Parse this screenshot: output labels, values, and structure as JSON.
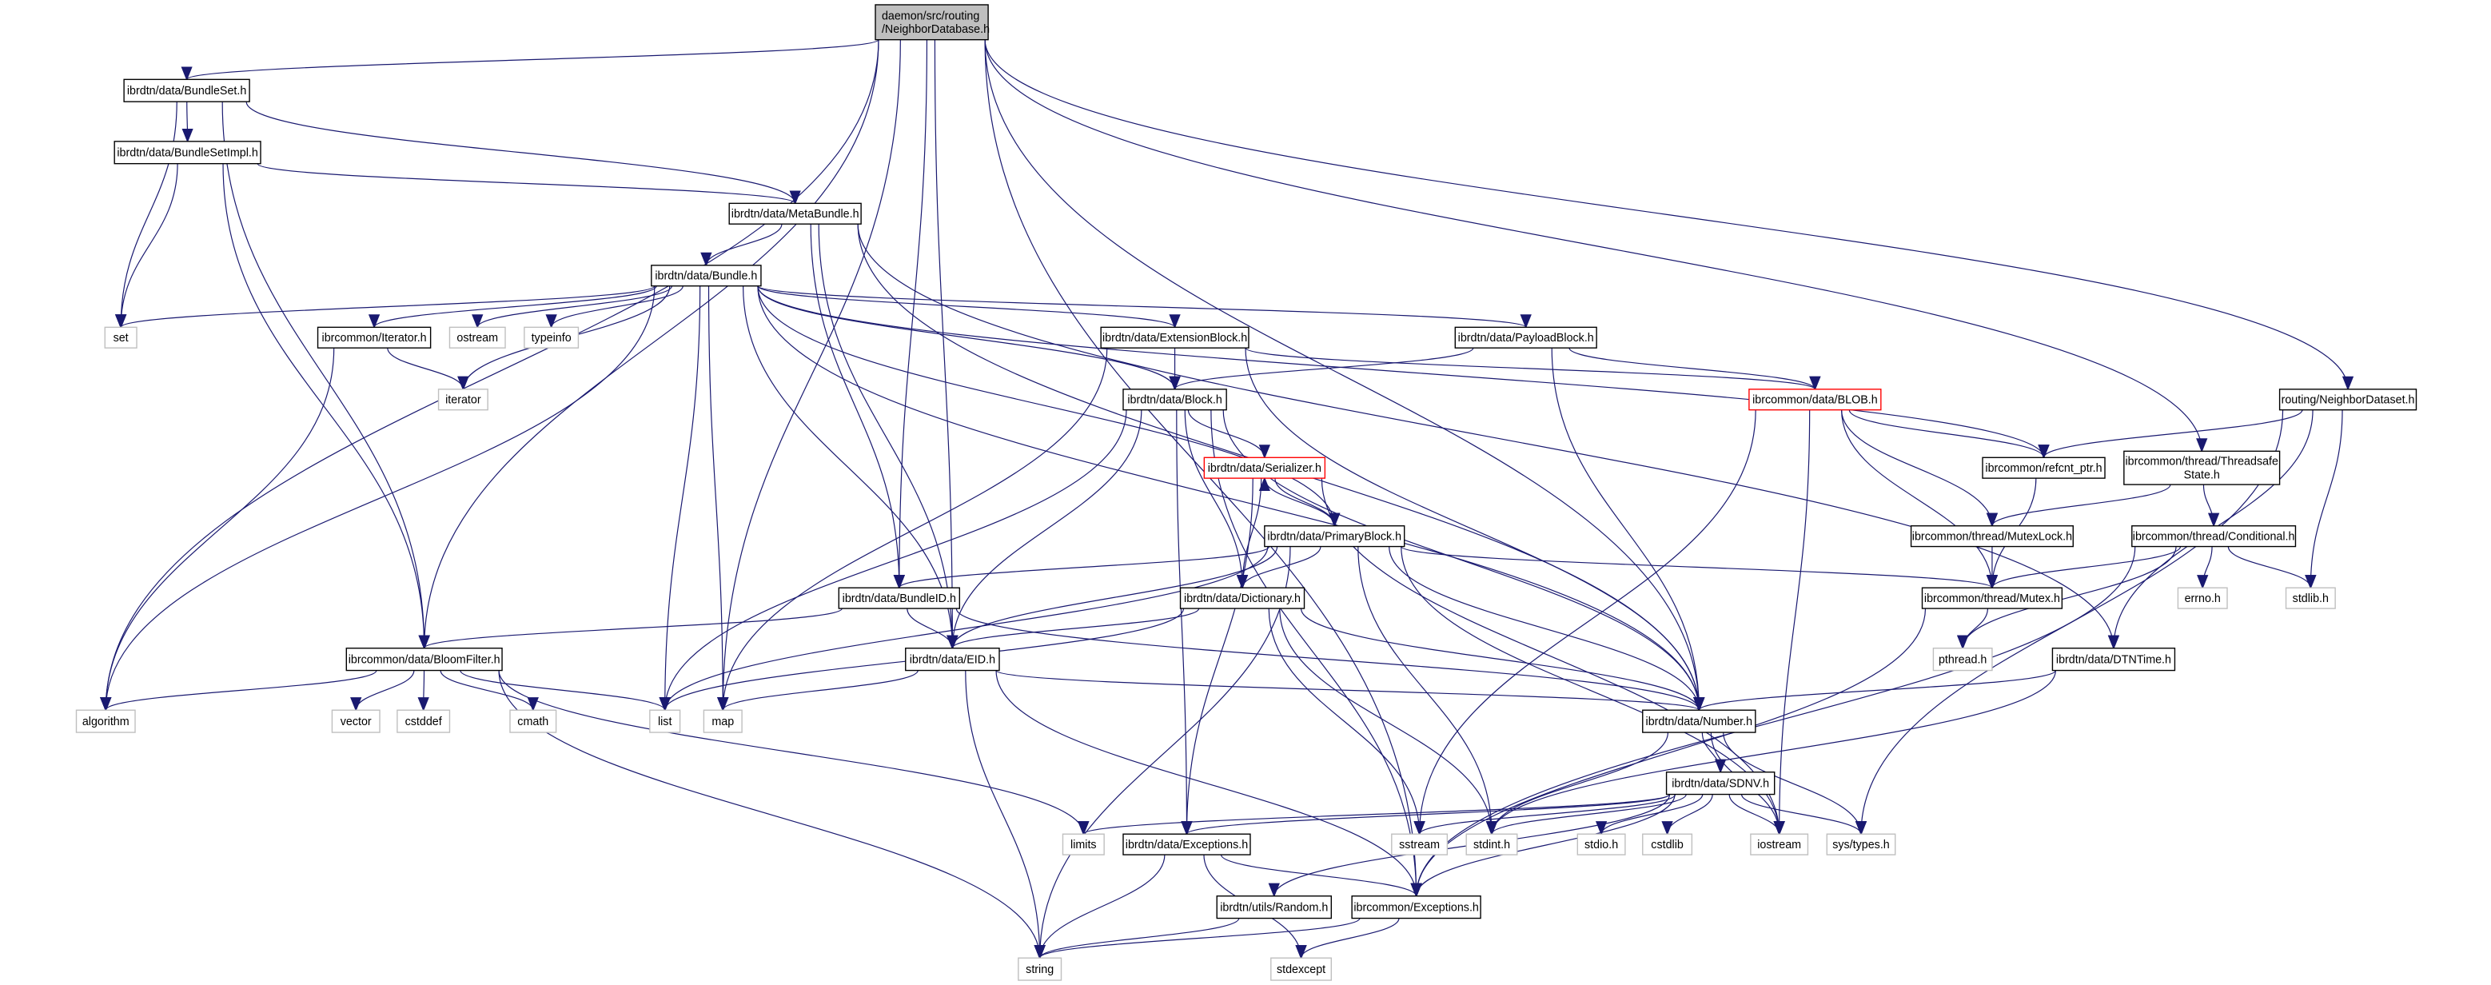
{
  "graph": {
    "colors": {
      "edge": "#191970",
      "root_fill": "#bfbfbf",
      "external_border": "#bfbfbf",
      "truncated_border": "#ff0000",
      "node_border": "#000000"
    },
    "nodes": {
      "root": {
        "label": [
          "daemon/src/routing",
          "/NeighborDatabase.h"
        ],
        "kind": "root"
      },
      "bundleset": {
        "label": [
          "ibrdtn/data/BundleSet.h"
        ],
        "kind": "node"
      },
      "bundlesetimpl": {
        "label": [
          "ibrdtn/data/BundleSetImpl.h"
        ],
        "kind": "node"
      },
      "metabundle": {
        "label": [
          "ibrdtn/data/MetaBundle.h"
        ],
        "kind": "node"
      },
      "bundle": {
        "label": [
          "ibrdtn/data/Bundle.h"
        ],
        "kind": "node"
      },
      "set": {
        "label": [
          "set"
        ],
        "kind": "external"
      },
      "iteratorh": {
        "label": [
          "ibrcommon/Iterator.h"
        ],
        "kind": "node"
      },
      "ostream": {
        "label": [
          "ostream"
        ],
        "kind": "external"
      },
      "typeinfo": {
        "label": [
          "typeinfo"
        ],
        "kind": "external"
      },
      "iterator": {
        "label": [
          "iterator"
        ],
        "kind": "external"
      },
      "extensionblock": {
        "label": [
          "ibrdtn/data/ExtensionBlock.h"
        ],
        "kind": "node"
      },
      "payloadblock": {
        "label": [
          "ibrdtn/data/PayloadBlock.h"
        ],
        "kind": "node"
      },
      "block": {
        "label": [
          "ibrdtn/data/Block.h"
        ],
        "kind": "node"
      },
      "serializer": {
        "label": [
          "ibrdtn/data/Serializer.h"
        ],
        "kind": "truncated"
      },
      "blob": {
        "label": [
          "ibrcommon/data/BLOB.h"
        ],
        "kind": "truncated"
      },
      "refcnt": {
        "label": [
          "ibrcommon/refcnt_ptr.h"
        ],
        "kind": "node"
      },
      "threadsafe": {
        "label": [
          "ibrcommon/thread/Threadsafe",
          "State.h"
        ],
        "kind": "node"
      },
      "neighbordataset": {
        "label": [
          "routing/NeighborDataset.h"
        ],
        "kind": "node"
      },
      "primaryblock": {
        "label": [
          "ibrdtn/data/PrimaryBlock.h"
        ],
        "kind": "node"
      },
      "bundleid": {
        "label": [
          "ibrdtn/data/BundleID.h"
        ],
        "kind": "node"
      },
      "dictionary": {
        "label": [
          "ibrdtn/data/Dictionary.h"
        ],
        "kind": "node"
      },
      "eid": {
        "label": [
          "ibrdtn/data/EID.h"
        ],
        "kind": "node"
      },
      "bloomfilter": {
        "label": [
          "ibrcommon/data/BloomFilter.h"
        ],
        "kind": "node"
      },
      "algorithm": {
        "label": [
          "algorithm"
        ],
        "kind": "external"
      },
      "vector": {
        "label": [
          "vector"
        ],
        "kind": "external"
      },
      "cstddef": {
        "label": [
          "cstddef"
        ],
        "kind": "external"
      },
      "cmath": {
        "label": [
          "cmath"
        ],
        "kind": "external"
      },
      "list": {
        "label": [
          "list"
        ],
        "kind": "external"
      },
      "map": {
        "label": [
          "map"
        ],
        "kind": "external"
      },
      "mutexlock": {
        "label": [
          "ibrcommon/thread/MutexLock.h"
        ],
        "kind": "node"
      },
      "conditional": {
        "label": [
          "ibrcommon/thread/Conditional.h"
        ],
        "kind": "node"
      },
      "mutex": {
        "label": [
          "ibrcommon/thread/Mutex.h"
        ],
        "kind": "node"
      },
      "errno": {
        "label": [
          "errno.h"
        ],
        "kind": "external"
      },
      "stdlib": {
        "label": [
          "stdlib.h"
        ],
        "kind": "external"
      },
      "pthread": {
        "label": [
          "pthread.h"
        ],
        "kind": "external"
      },
      "dtntime": {
        "label": [
          "ibrdtn/data/DTNTime.h"
        ],
        "kind": "node"
      },
      "number": {
        "label": [
          "ibrdtn/data/Number.h"
        ],
        "kind": "node"
      },
      "sdnv": {
        "label": [
          "ibrdtn/data/SDNV.h"
        ],
        "kind": "node"
      },
      "limits": {
        "label": [
          "limits"
        ],
        "kind": "external"
      },
      "dtnexceptions": {
        "label": [
          "ibrdtn/data/Exceptions.h"
        ],
        "kind": "node"
      },
      "sstream": {
        "label": [
          "sstream"
        ],
        "kind": "external"
      },
      "stdint": {
        "label": [
          "stdint.h"
        ],
        "kind": "external"
      },
      "stdio": {
        "label": [
          "stdio.h"
        ],
        "kind": "external"
      },
      "cstdlib": {
        "label": [
          "cstdlib"
        ],
        "kind": "external"
      },
      "iostream": {
        "label": [
          "iostream"
        ],
        "kind": "external"
      },
      "systypes": {
        "label": [
          "sys/types.h"
        ],
        "kind": "external"
      },
      "random": {
        "label": [
          "ibrdtn/utils/Random.h"
        ],
        "kind": "node"
      },
      "ibrexceptions": {
        "label": [
          "ibrcommon/Exceptions.h"
        ],
        "kind": "node"
      },
      "string": {
        "label": [
          "string"
        ],
        "kind": "external"
      },
      "stdexcept": {
        "label": [
          "stdexcept"
        ],
        "kind": "external"
      }
    },
    "edges": [
      [
        "root",
        "algorithm"
      ],
      [
        "root",
        "bundleset"
      ],
      [
        "root",
        "bloomfilter"
      ],
      [
        "root",
        "map"
      ],
      [
        "root",
        "bundleid"
      ],
      [
        "root",
        "eid"
      ],
      [
        "root",
        "number"
      ],
      [
        "root",
        "threadsafe"
      ],
      [
        "root",
        "neighbordataset"
      ],
      [
        "root",
        "ibrexceptions"
      ],
      [
        "bundleset",
        "set"
      ],
      [
        "bundleset",
        "bloomfilter"
      ],
      [
        "bundleset",
        "bundlesetimpl"
      ],
      [
        "bundleset",
        "metabundle"
      ],
      [
        "bundlesetimpl",
        "set"
      ],
      [
        "bundlesetimpl",
        "bloomfilter"
      ],
      [
        "bundlesetimpl",
        "metabundle"
      ],
      [
        "metabundle",
        "bundle"
      ],
      [
        "metabundle",
        "eid"
      ],
      [
        "metabundle",
        "bundleid"
      ],
      [
        "metabundle",
        "number"
      ],
      [
        "metabundle",
        "dtntime"
      ],
      [
        "bundle",
        "set"
      ],
      [
        "bundle",
        "iteratorh"
      ],
      [
        "bundle",
        "ostream"
      ],
      [
        "bundle",
        "typeinfo"
      ],
      [
        "bundle",
        "iterator"
      ],
      [
        "bundle",
        "algorithm"
      ],
      [
        "bundle",
        "list"
      ],
      [
        "bundle",
        "map"
      ],
      [
        "bundle",
        "eid"
      ],
      [
        "bundle",
        "block"
      ],
      [
        "bundle",
        "extensionblock"
      ],
      [
        "bundle",
        "payloadblock"
      ],
      [
        "bundle",
        "primaryblock"
      ],
      [
        "bundle",
        "number"
      ],
      [
        "bundle",
        "refcnt"
      ],
      [
        "iteratorh",
        "iterator"
      ],
      [
        "iteratorh",
        "algorithm"
      ],
      [
        "extensionblock",
        "block"
      ],
      [
        "extensionblock",
        "blob"
      ],
      [
        "extensionblock",
        "number"
      ],
      [
        "extensionblock",
        "map"
      ],
      [
        "payloadblock",
        "block"
      ],
      [
        "payloadblock",
        "blob"
      ],
      [
        "payloadblock",
        "number"
      ],
      [
        "block",
        "serializer"
      ],
      [
        "block",
        "dictionary"
      ],
      [
        "block",
        "eid"
      ],
      [
        "block",
        "list"
      ],
      [
        "block",
        "number"
      ],
      [
        "block",
        "dtnexceptions"
      ],
      [
        "block",
        "ibrexceptions"
      ],
      [
        "serializer",
        "primaryblock"
      ],
      [
        "serializer",
        "dictionary"
      ],
      [
        "serializer",
        "dtnexceptions"
      ],
      [
        "serializer",
        "iostream"
      ],
      [
        "primaryblock",
        "serializer"
      ],
      [
        "primaryblock",
        "bundleid"
      ],
      [
        "primaryblock",
        "dictionary"
      ],
      [
        "primaryblock",
        "eid"
      ],
      [
        "primaryblock",
        "mutex"
      ],
      [
        "primaryblock",
        "number"
      ],
      [
        "primaryblock",
        "string"
      ],
      [
        "primaryblock",
        "stdint"
      ],
      [
        "primaryblock",
        "iostream"
      ],
      [
        "primaryblock",
        "list"
      ],
      [
        "blob",
        "refcnt"
      ],
      [
        "blob",
        "mutexlock"
      ],
      [
        "blob",
        "mutex"
      ],
      [
        "blob",
        "sstream"
      ],
      [
        "blob",
        "iostream"
      ],
      [
        "refcnt",
        "mutex"
      ],
      [
        "neighbordataset",
        "refcnt"
      ],
      [
        "neighbordataset",
        "stdlib"
      ],
      [
        "neighbordataset",
        "dtntime"
      ],
      [
        "neighbordataset",
        "systypes"
      ],
      [
        "threadsafe",
        "mutexlock"
      ],
      [
        "threadsafe",
        "conditional"
      ],
      [
        "mutexlock",
        "mutex"
      ],
      [
        "conditional",
        "mutex"
      ],
      [
        "conditional",
        "errno"
      ],
      [
        "conditional",
        "stdlib"
      ],
      [
        "conditional",
        "pthread"
      ],
      [
        "conditional",
        "ibrexceptions"
      ],
      [
        "mutex",
        "pthread"
      ],
      [
        "mutex",
        "ibrexceptions"
      ],
      [
        "bundleid",
        "bloomfilter"
      ],
      [
        "bundleid",
        "eid"
      ],
      [
        "bundleid",
        "number"
      ],
      [
        "dictionary",
        "eid"
      ],
      [
        "dictionary",
        "list"
      ],
      [
        "dictionary",
        "number"
      ],
      [
        "dictionary",
        "sstream"
      ],
      [
        "dictionary",
        "stdint"
      ],
      [
        "eid",
        "map"
      ],
      [
        "eid",
        "number"
      ],
      [
        "eid",
        "string"
      ],
      [
        "eid",
        "ibrexceptions"
      ],
      [
        "bloomfilter",
        "algorithm"
      ],
      [
        "bloomfilter",
        "vector"
      ],
      [
        "bloomfilter",
        "cstddef"
      ],
      [
        "bloomfilter",
        "cmath"
      ],
      [
        "bloomfilter",
        "list"
      ],
      [
        "bloomfilter",
        "limits"
      ],
      [
        "bloomfilter",
        "string"
      ],
      [
        "dtntime",
        "number"
      ],
      [
        "dtntime",
        "stdint"
      ],
      [
        "number",
        "sdnv"
      ],
      [
        "number",
        "stdint"
      ],
      [
        "number",
        "iostream"
      ],
      [
        "number",
        "systypes"
      ],
      [
        "sdnv",
        "limits"
      ],
      [
        "sdnv",
        "dtnexceptions"
      ],
      [
        "sdnv",
        "sstream"
      ],
      [
        "sdnv",
        "stdint"
      ],
      [
        "sdnv",
        "stdio"
      ],
      [
        "sdnv",
        "cstdlib"
      ],
      [
        "sdnv",
        "iostream"
      ],
      [
        "sdnv",
        "systypes"
      ],
      [
        "sdnv",
        "random"
      ],
      [
        "sdnv",
        "ibrexceptions"
      ],
      [
        "dtnexceptions",
        "ibrexceptions"
      ],
      [
        "dtnexceptions",
        "string"
      ],
      [
        "dtnexceptions",
        "stdexcept"
      ],
      [
        "random",
        "string"
      ],
      [
        "ibrexceptions",
        "string"
      ],
      [
        "ibrexceptions",
        "stdexcept"
      ]
    ]
  }
}
